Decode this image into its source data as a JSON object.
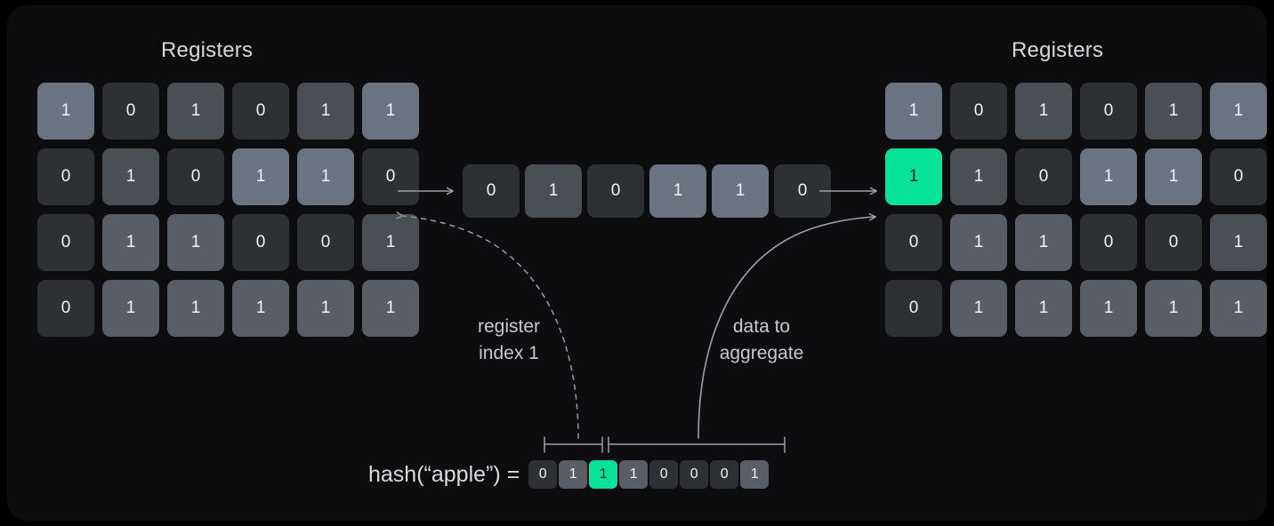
{
  "colors": {
    "background": "#000000",
    "panel": "#0d0d0f",
    "accent_green": "#06e29a",
    "accent_green_text": "#06231a",
    "cell_zero": "#2d3035",
    "cell_one_dark": "#4a4e55",
    "cell_one_mid": "#595e66",
    "cell_one_light": "#6b7280",
    "cell_one_lighter": "#767c86",
    "text_primary": "#f2f3f5",
    "text_title": "#d6d8dc",
    "text_caption": "#c6c9ce",
    "stroke": "#9ba0a8",
    "stroke_dotted": "#8f949c",
    "bracket": "#9ba0a8"
  },
  "left_panel": {
    "title": "Registers",
    "rows": [
      {
        "cells": [
          {
            "value": "1",
            "shade": "cell_one_light"
          },
          {
            "value": "0",
            "shade": "cell_zero"
          },
          {
            "value": "1",
            "shade": "cell_one_dark"
          },
          {
            "value": "0",
            "shade": "cell_zero"
          },
          {
            "value": "1",
            "shade": "cell_one_dark"
          },
          {
            "value": "1",
            "shade": "cell_one_light"
          }
        ]
      },
      {
        "cells": [
          {
            "value": "0",
            "shade": "cell_zero"
          },
          {
            "value": "1",
            "shade": "cell_one_dark"
          },
          {
            "value": "0",
            "shade": "cell_zero"
          },
          {
            "value": "1",
            "shade": "cell_one_light"
          },
          {
            "value": "1",
            "shade": "cell_one_light"
          },
          {
            "value": "0",
            "shade": "cell_zero"
          }
        ]
      },
      {
        "cells": [
          {
            "value": "0",
            "shade": "cell_zero"
          },
          {
            "value": "1",
            "shade": "cell_one_mid"
          },
          {
            "value": "1",
            "shade": "cell_one_mid"
          },
          {
            "value": "0",
            "shade": "cell_zero"
          },
          {
            "value": "0",
            "shade": "cell_zero"
          },
          {
            "value": "1",
            "shade": "cell_one_dark"
          }
        ]
      },
      {
        "cells": [
          {
            "value": "0",
            "shade": "cell_zero"
          },
          {
            "value": "1",
            "shade": "cell_one_mid"
          },
          {
            "value": "1",
            "shade": "cell_one_mid"
          },
          {
            "value": "1",
            "shade": "cell_one_mid"
          },
          {
            "value": "1",
            "shade": "cell_one_mid"
          },
          {
            "value": "1",
            "shade": "cell_one_mid"
          }
        ]
      }
    ]
  },
  "middle_row": {
    "cells": [
      {
        "value": "0",
        "shade": "cell_zero"
      },
      {
        "value": "1",
        "shade": "cell_one_dark"
      },
      {
        "value": "0",
        "shade": "cell_zero"
      },
      {
        "value": "1",
        "shade": "cell_one_light"
      },
      {
        "value": "1",
        "shade": "cell_one_light"
      },
      {
        "value": "0",
        "shade": "cell_zero"
      }
    ]
  },
  "right_panel": {
    "title": "Registers",
    "rows": [
      {
        "cells": [
          {
            "value": "1",
            "shade": "cell_one_light"
          },
          {
            "value": "0",
            "shade": "cell_zero"
          },
          {
            "value": "1",
            "shade": "cell_one_dark"
          },
          {
            "value": "0",
            "shade": "cell_zero"
          },
          {
            "value": "1",
            "shade": "cell_one_dark"
          },
          {
            "value": "1",
            "shade": "cell_one_light"
          }
        ]
      },
      {
        "cells": [
          {
            "value": "1",
            "shade": "accent_green",
            "highlight": true
          },
          {
            "value": "1",
            "shade": "cell_one_dark"
          },
          {
            "value": "0",
            "shade": "cell_zero"
          },
          {
            "value": "1",
            "shade": "cell_one_light"
          },
          {
            "value": "1",
            "shade": "cell_one_light"
          },
          {
            "value": "0",
            "shade": "cell_zero"
          }
        ]
      },
      {
        "cells": [
          {
            "value": "0",
            "shade": "cell_zero"
          },
          {
            "value": "1",
            "shade": "cell_one_mid"
          },
          {
            "value": "1",
            "shade": "cell_one_mid"
          },
          {
            "value": "0",
            "shade": "cell_zero"
          },
          {
            "value": "0",
            "shade": "cell_zero"
          },
          {
            "value": "1",
            "shade": "cell_one_dark"
          }
        ]
      },
      {
        "cells": [
          {
            "value": "0",
            "shade": "cell_zero"
          },
          {
            "value": "1",
            "shade": "cell_one_mid"
          },
          {
            "value": "1",
            "shade": "cell_one_mid"
          },
          {
            "value": "1",
            "shade": "cell_one_mid"
          },
          {
            "value": "1",
            "shade": "cell_one_mid"
          },
          {
            "value": "1",
            "shade": "cell_one_mid"
          }
        ]
      }
    ]
  },
  "captions": {
    "register_index": "register\nindex 1",
    "data_to_aggregate": "data to\naggregate"
  },
  "hash": {
    "label": "hash(“apple”) =",
    "bits": [
      {
        "value": "0",
        "shade": "cell_zero"
      },
      {
        "value": "1",
        "shade": "cell_one_mid"
      },
      {
        "value": "1",
        "shade": "accent_green",
        "highlight": true
      },
      {
        "value": "1",
        "shade": "cell_one_mid"
      },
      {
        "value": "0",
        "shade": "cell_zero"
      },
      {
        "value": "0",
        "shade": "cell_zero"
      },
      {
        "value": "0",
        "shade": "cell_zero"
      },
      {
        "value": "1",
        "shade": "cell_one_mid"
      }
    ]
  },
  "connectors": {
    "arrow_left_to_mid": "straight-arrow-right",
    "arrow_mid_to_right": "straight-arrow-right",
    "dotted_index_curve": "dotted-curve-arrow-left",
    "solid_aggregate_curve": "solid-curve-arrow-right",
    "bracket_index_range": "index-bits-bracket",
    "bracket_data_range": "data-bits-bracket"
  }
}
